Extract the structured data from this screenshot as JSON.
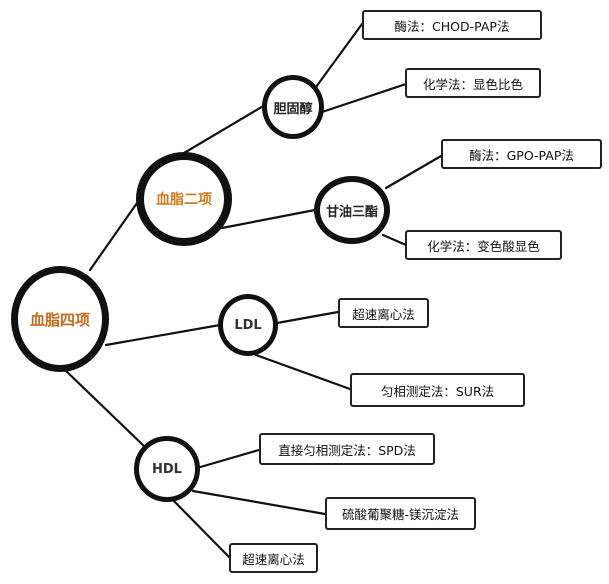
{
  "root": {
    "label": "血脂四项"
  },
  "nodes": {
    "lipids2": "血脂二项",
    "cholesterol": "胆固醇",
    "triglyceride": "甘油三酯",
    "ldl": "LDL",
    "hdl": "HDL"
  },
  "leaves": {
    "chol_enzyme": "酶法：CHOD-PAP法",
    "chol_chem": "化学法：显色比色",
    "tg_enzyme": "酶法：GPO-PAP法",
    "tg_chem": "化学法：变色酸显色",
    "ldl_ultra": "超速离心法",
    "ldl_sur": "匀相测定法：SUR法",
    "hdl_spd": "直接匀相测定法：SPD法",
    "hdl_precip": "硫酸葡聚糖-镁沉淀法",
    "hdl_ultra": "超速离心法"
  }
}
